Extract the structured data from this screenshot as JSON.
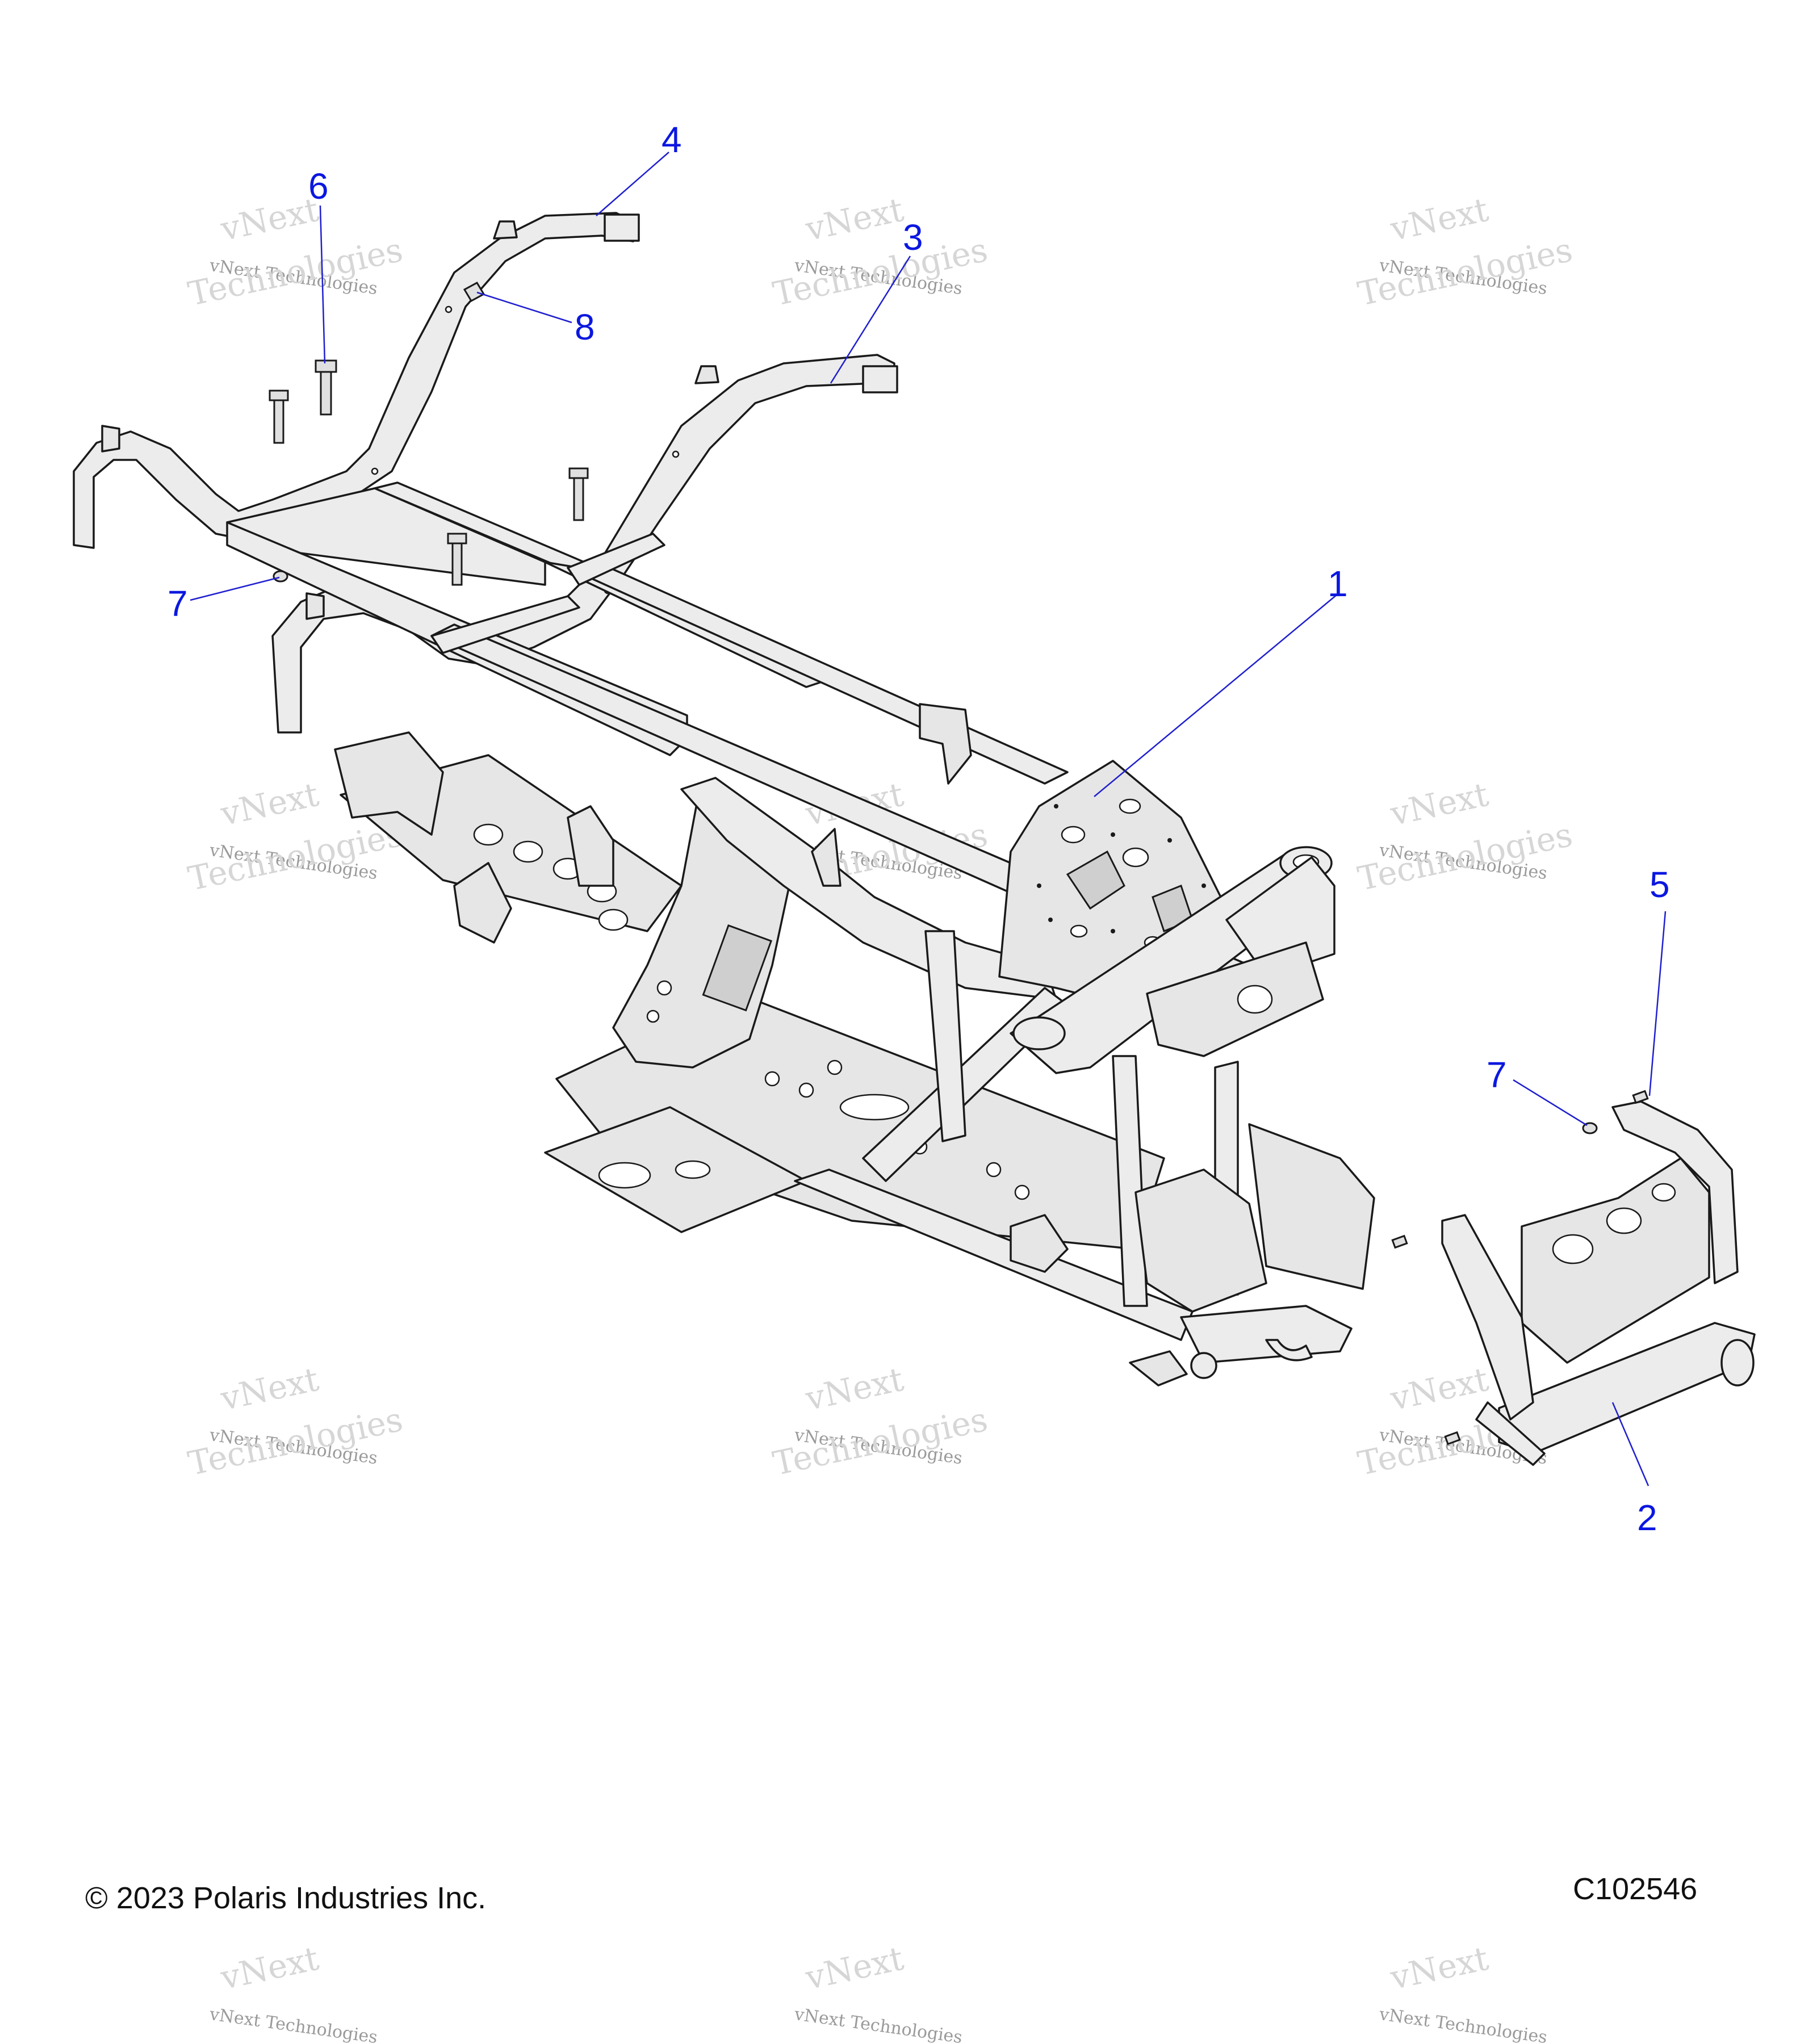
{
  "diagram": {
    "callouts": [
      {
        "id": "1",
        "label": "1"
      },
      {
        "id": "2",
        "label": "2"
      },
      {
        "id": "3",
        "label": "3"
      },
      {
        "id": "4",
        "label": "4"
      },
      {
        "id": "5",
        "label": "5"
      },
      {
        "id": "6",
        "label": "6"
      },
      {
        "id": "7a",
        "label": "7"
      },
      {
        "id": "7b",
        "label": "7"
      },
      {
        "id": "8",
        "label": "8"
      }
    ],
    "watermark": {
      "line1": "vNext Technologies",
      "line2": "vNext",
      "line3": "Technologies"
    },
    "colors": {
      "callout": "#0b17e0",
      "line": "#1a1a1a",
      "watermark": "#c4c4c4"
    }
  },
  "footer": {
    "copyright": "© 2023 Polaris Industries Inc.",
    "drawing_id": "C102546"
  }
}
